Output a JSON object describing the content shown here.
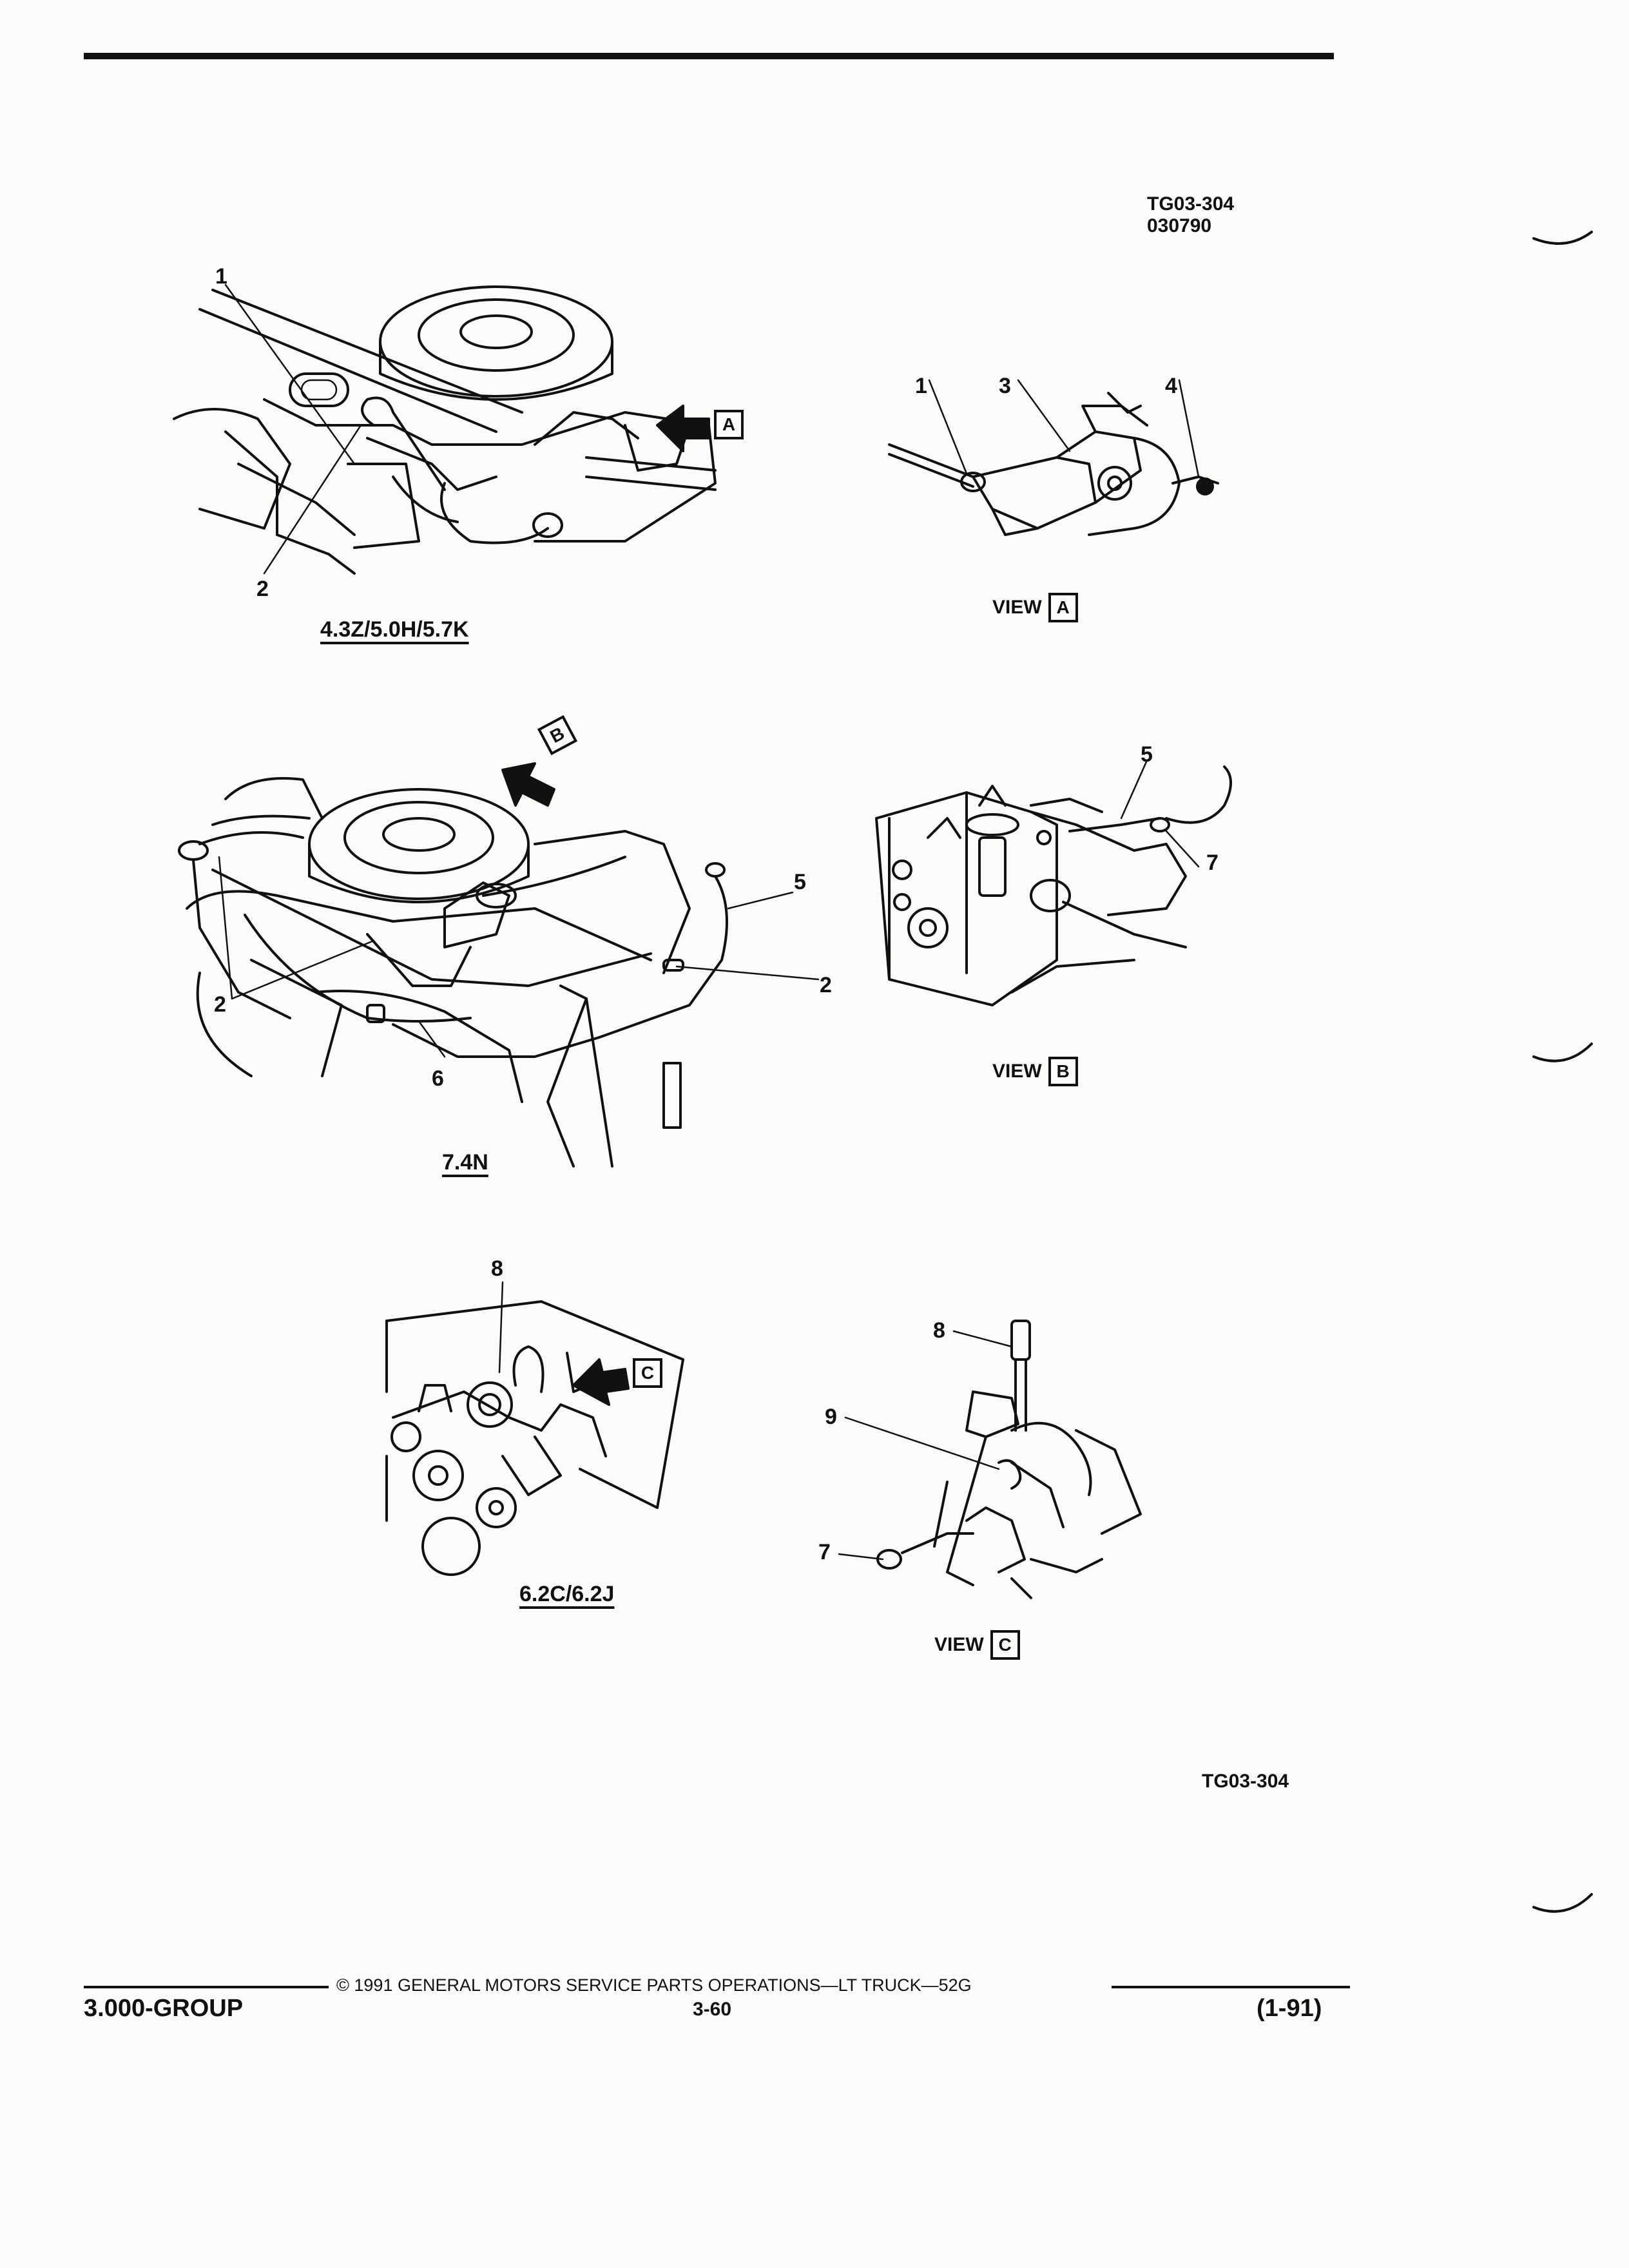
{
  "header": {
    "code_top": "TG03-304",
    "code_date": "030790"
  },
  "figures": {
    "engine_a_caption": "4.3Z/5.0H/5.7K",
    "engine_b_caption": "7.4N",
    "engine_c_caption": "6.2C/6.2J",
    "view_word": "VIEW",
    "view_a_letter": "A",
    "view_b_letter": "B",
    "view_c_letter": "C",
    "callouts": {
      "c1": "1",
      "c2": "2",
      "c3": "3",
      "c4": "4",
      "c5": "5",
      "c6": "6",
      "c7": "7",
      "c8": "8",
      "c9": "9"
    }
  },
  "bottom_code": "TG03-304",
  "footer": {
    "copyright": "©  1991  GENERAL MOTORS SERVICE PARTS OPERATIONS—LT TRUCK—52G",
    "group": "3.000-GROUP",
    "page": "3-60",
    "date": "(1-91)"
  }
}
